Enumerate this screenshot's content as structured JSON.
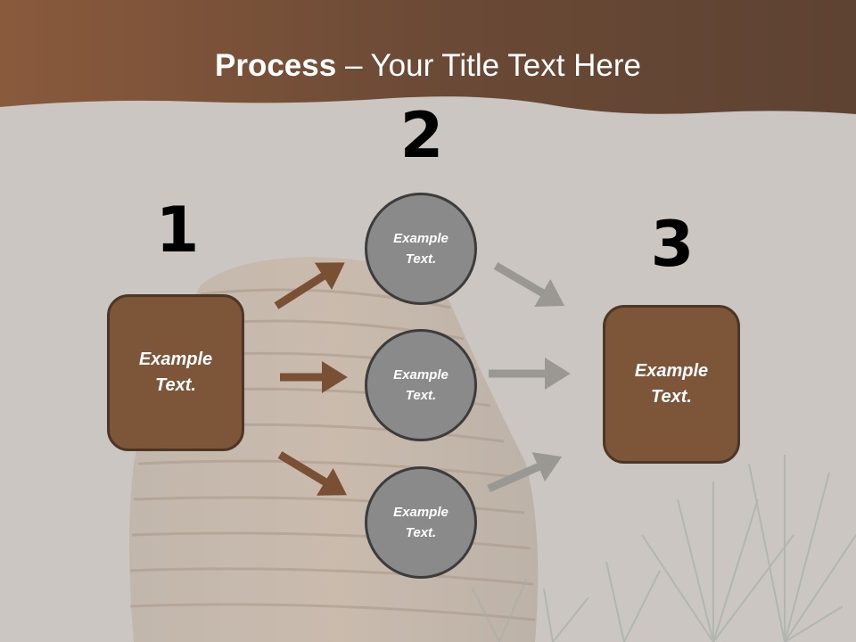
{
  "title": {
    "bold": "Process",
    "rest": " – Your Title Text Here"
  },
  "steps": {
    "one": {
      "number": "1",
      "text": "Example\nText."
    },
    "two": {
      "number": "2",
      "circles": [
        {
          "text": "Example\nText."
        },
        {
          "text": "Example\nText."
        },
        {
          "text": "Example\nText."
        }
      ]
    },
    "three": {
      "number": "3",
      "text": "Example\nText."
    }
  },
  "colors": {
    "header_brown": "#6e4a33",
    "box_fill": "#7d5538",
    "box_border": "#4c3726",
    "circle_fill": "#8a8a8a",
    "arrow_brown": "#7a5035",
    "arrow_gray": "#9b9893",
    "background": "#cbc6c1"
  }
}
